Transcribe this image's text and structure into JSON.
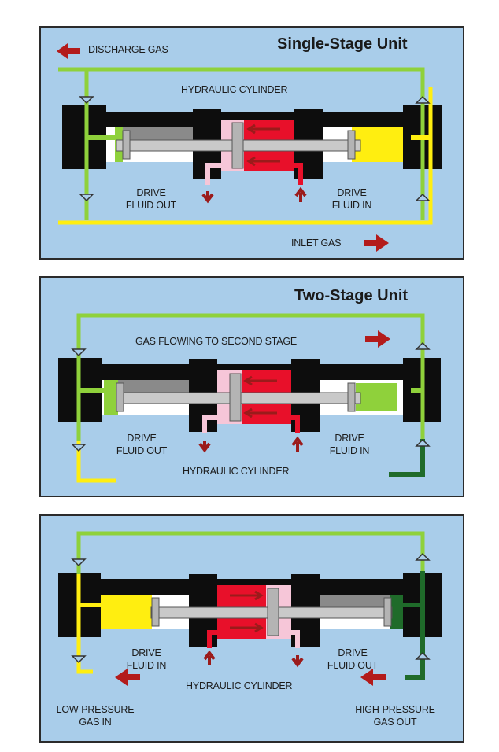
{
  "colors": {
    "background": "#a9cdea",
    "green_line": "#8fd13b",
    "yellow_line": "#ffee10",
    "dark_green_line": "#1f6b2a",
    "drive_fluid": "#e8102a",
    "arrow": "#9b1b1b",
    "pink_seal": "#f6c6d8",
    "body": "#0d0d0d"
  },
  "panels": [
    {
      "title": "Single-Stage Unit",
      "labels": {
        "discharge_gas": "DISCHARGE GAS",
        "hydraulic_cylinder": "HYDRAULIC CYLINDER",
        "drive_fluid_out": [
          "DRIVE",
          "FLUID OUT"
        ],
        "drive_fluid_in": [
          "DRIVE",
          "FLUID IN"
        ],
        "inlet_gas": "INLET GAS"
      }
    },
    {
      "title": "Two-Stage Unit",
      "labels": {
        "gas_flowing": "GAS FLOWING TO SECOND STAGE",
        "drive_fluid_out": [
          "DRIVE",
          "FLUID OUT"
        ],
        "drive_fluid_in": [
          "DRIVE",
          "FLUID IN"
        ],
        "hydraulic_cylinder": "HYDRAULIC CYLINDER"
      }
    },
    {
      "labels": {
        "drive_fluid_in": [
          "DRIVE",
          "FLUID IN"
        ],
        "drive_fluid_out": [
          "DRIVE",
          "FLUID OUT"
        ],
        "hydraulic_cylinder": "HYDRAULIC CYLINDER",
        "low_pressure_gas_in": [
          "LOW-PRESSURE",
          "GAS IN"
        ],
        "high_pressure_gas_out": [
          "HIGH-PRESSURE",
          "GAS OUT"
        ]
      }
    }
  ]
}
